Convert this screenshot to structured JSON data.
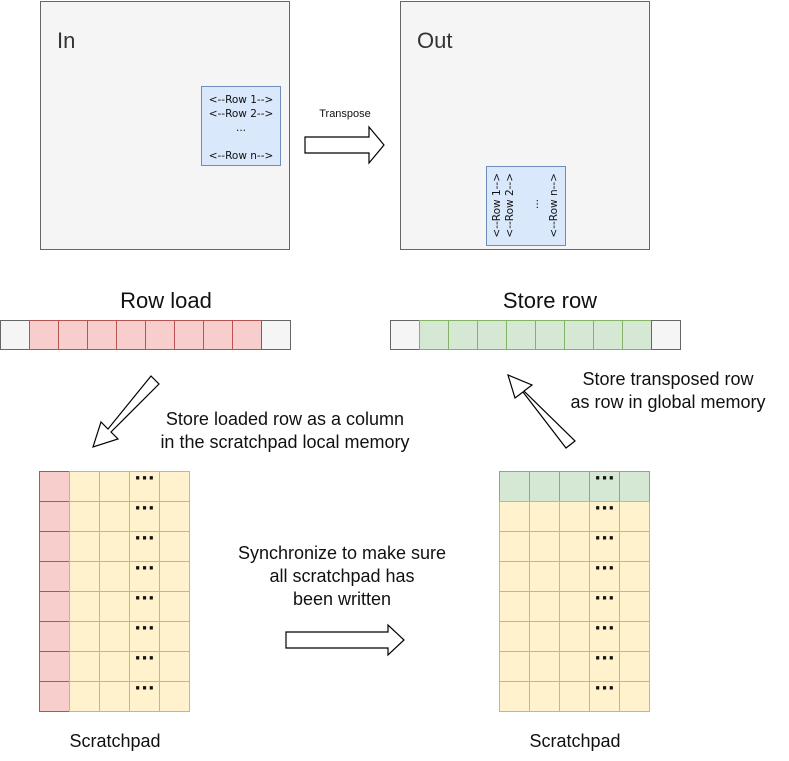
{
  "in_box": {
    "title": "In",
    "rows": [
      "<--Row 1-->",
      "<--Row 2-->",
      "...",
      "",
      "<--Row n-->"
    ]
  },
  "out_box": {
    "title": "Out",
    "cols": [
      "<--Row 1-->",
      "<--Row 2-->",
      "...",
      "<--Row n-->"
    ]
  },
  "transpose_label": "Transpose",
  "row_load": {
    "heading": "Row load",
    "cells": [
      "empty",
      "loaded",
      "loaded",
      "loaded",
      "loaded",
      "loaded",
      "loaded",
      "loaded",
      "loaded",
      "empty"
    ]
  },
  "store_row": {
    "heading": "Store row",
    "cells": [
      "empty",
      "stored",
      "stored",
      "stored",
      "stored",
      "stored",
      "stored",
      "stored",
      "stored",
      "empty"
    ]
  },
  "store_column_text": [
    "Store loaded row as a column",
    "in the scratchpad local memory"
  ],
  "store_transposed_text": [
    "Store transposed row",
    "as row in global memory"
  ],
  "sync_text": [
    "Synchronize to make sure",
    "all scratchpad has",
    "been written"
  ],
  "scratchpad_left": {
    "caption": "Scratchpad",
    "rows": 8,
    "cols": 5,
    "highlight": "first-column",
    "ellipsis_col": 3,
    "ellipsis": "..."
  },
  "scratchpad_right": {
    "caption": "Scratchpad",
    "rows": 8,
    "cols": 5,
    "highlight": "first-row",
    "ellipsis_col": 3,
    "ellipsis": "..."
  },
  "colors": {
    "box_fill": "#f5f5f5",
    "box_stroke": "#666666",
    "blue_fill": "#dae8fc",
    "blue_stroke": "#6c8ebf",
    "red_fill": "#f8cecc",
    "red_stroke": "#b85450",
    "green_fill": "#d5e8d4",
    "green_stroke": "#82b366",
    "yellow_fill": "#fff2cc",
    "yellow_stroke": "#d6b656"
  }
}
